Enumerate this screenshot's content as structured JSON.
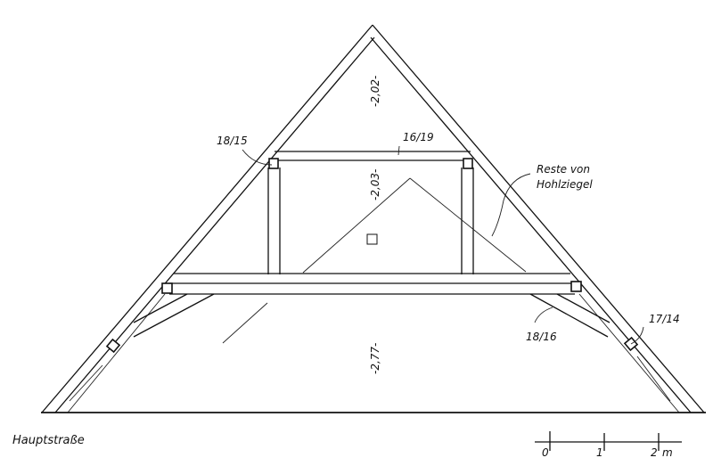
{
  "drawing": {
    "room_labels": [
      "-2,02-",
      "-2,03-",
      "-2,77-"
    ],
    "member_labels": {
      "left_purlin": "18/15",
      "collar_beam": "16/19",
      "knee_post": "17/14",
      "brace": "18/16"
    },
    "note_line1": "Reste von",
    "note_line2": "Hohlziegel",
    "street": "Hauptstraße",
    "scale": {
      "ticks": [
        "0",
        "1",
        "2"
      ],
      "unit": "m"
    }
  }
}
